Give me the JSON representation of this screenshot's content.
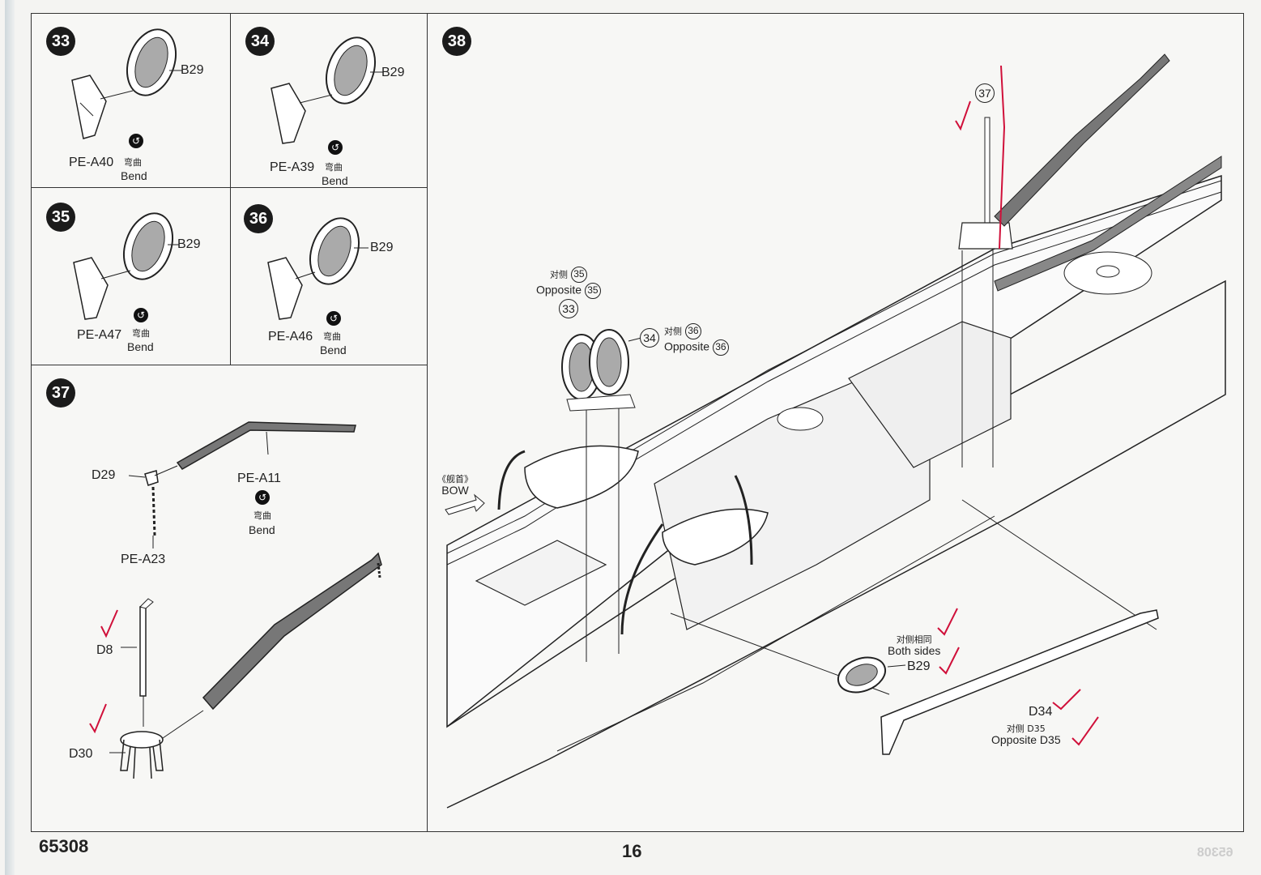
{
  "page": {
    "code": "65308",
    "number": "16",
    "ghost_code": "65308"
  },
  "steps": {
    "s33": {
      "num": "33",
      "part_a": "B29",
      "part_b": "PE-A40",
      "cn": "弯曲",
      "bend": "Bend"
    },
    "s34": {
      "num": "34",
      "part_a": "B29",
      "part_b": "PE-A39",
      "cn": "弯曲",
      "bend": "Bend"
    },
    "s35": {
      "num": "35",
      "part_a": "B29",
      "part_b": "PE-A47",
      "cn": "弯曲",
      "bend": "Bend"
    },
    "s36": {
      "num": "36",
      "part_a": "B29",
      "part_b": "PE-A46",
      "cn": "弯曲",
      "bend": "Bend"
    },
    "s37": {
      "num": "37",
      "d29": "D29",
      "pe_a11": "PE-A11",
      "cn": "弯曲",
      "bend": "Bend",
      "pe_a23": "PE-A23",
      "d8": "D8",
      "d30": "D30"
    },
    "s38": {
      "num": "38",
      "ref37": "37",
      "ref33": "33",
      "ref34": "34",
      "opp35_cn": "对侧",
      "opp35_ref": "35",
      "opp35_en": "Opposite",
      "opp36_cn": "对侧",
      "opp36_ref": "36",
      "opp36_en": "Opposite",
      "bow_cn": "《舰首》",
      "bow_en": "BOW",
      "both_cn": "对侧相同",
      "both_en": "Both sides",
      "b29": "B29",
      "d34": "D34",
      "d35_cn": "对侧 D35",
      "d35_en": "Opposite D35"
    }
  },
  "colors": {
    "ink": "#222222",
    "marker": "#d0103a",
    "badge": "#1b1b1b"
  },
  "icons": {
    "bend": "bend-arrow-icon",
    "arrow": "direction-arrow-icon"
  }
}
